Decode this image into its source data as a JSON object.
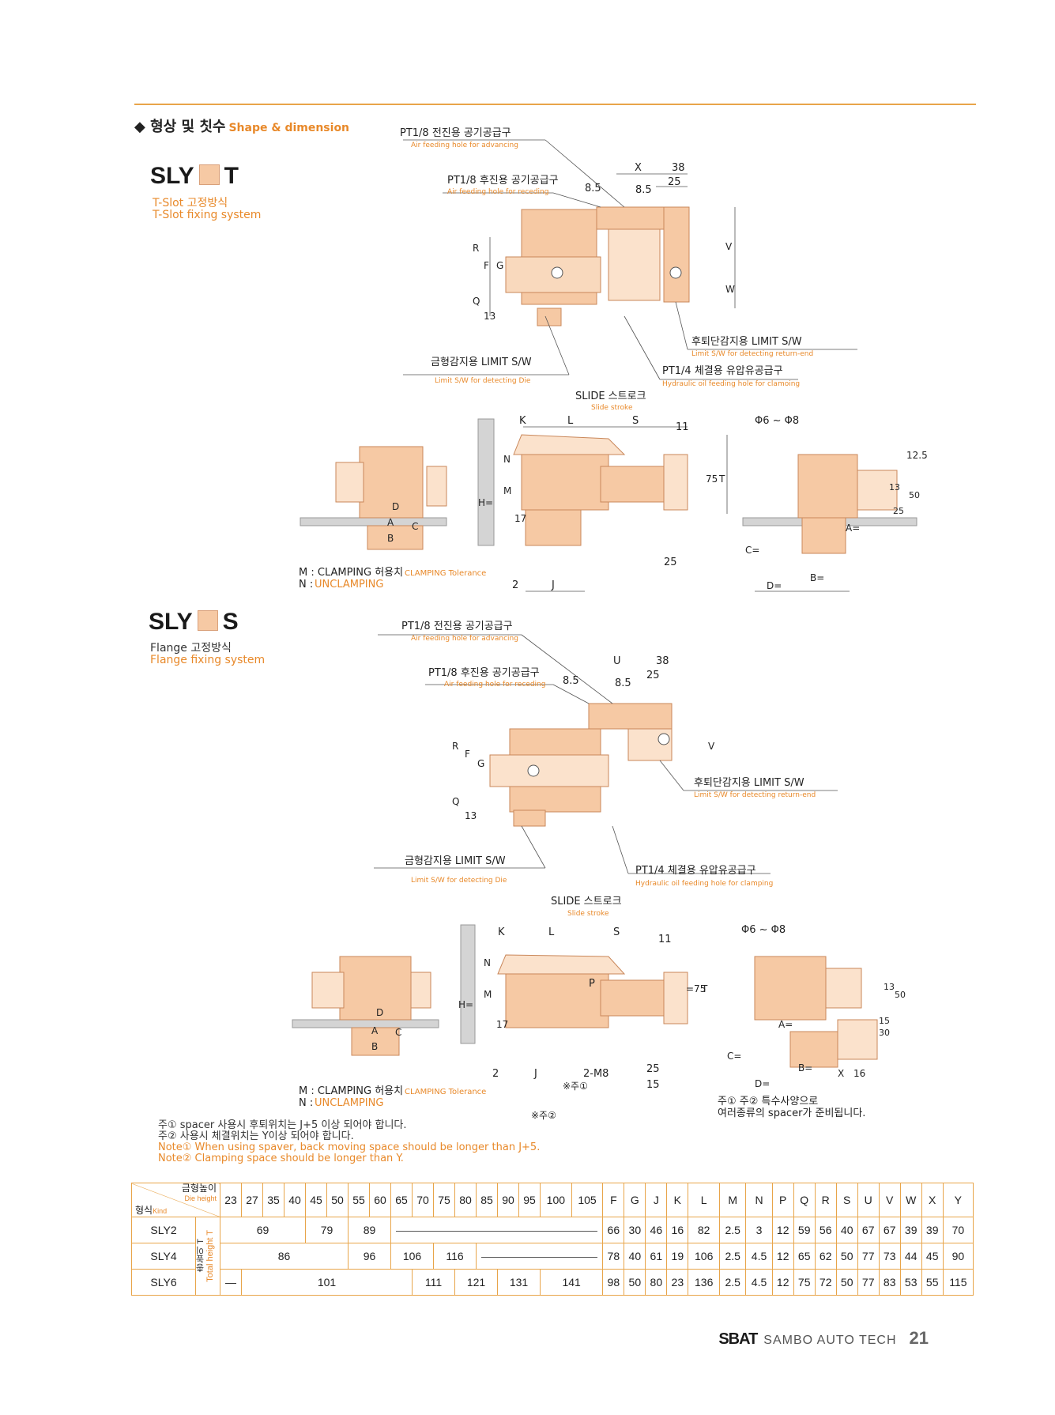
{
  "section": {
    "title_ko": "형상 및 칫수",
    "title_en": "Shape & dimension"
  },
  "models": {
    "t": {
      "prefix": "SLY",
      "suffix": "T",
      "label_ko": "T-Slot 고정방식",
      "label_en": "T-Slot fixing system"
    },
    "s": {
      "prefix": "SLY",
      "suffix": "S",
      "label_ko": "Flange 고정방식",
      "label_en": "Flange fixing system"
    }
  },
  "callouts": {
    "adv_ko": "PT1/8 전진용 공기공급구",
    "adv_en": "Air feeding hole for advancing",
    "rec_ko": "PT1/8 후진용 공기공급구",
    "rec_en": "Air feeding hole for receding",
    "ret_ko": "후퇴단감지용 LIMIT S/W",
    "ret_en": "Limit S/W for detecting return-end",
    "die_ko": "금형감지용 LIMIT S/W",
    "die_en": "Limit S/W for detecting Die",
    "hyd_ko": "PT1/4 체결용 유압유공급구",
    "hyd_en": "Hydraulic oil feeding hole for clamoing",
    "hyd_en_s": "Hydraulic oil feeding hole for clamping",
    "slide_ko": "SLIDE 스트로크",
    "slide_en": "Slide stroke",
    "m_ko": "M : CLAMPING 허용치",
    "m_en": "CLAMPING Tolerance",
    "n_label": "N : ",
    "n_en": "UNCLAMPING",
    "spacer_note_1": "주① 주② 특수사양으로",
    "spacer_note_2": "여러종류의 spacer가 준비됩니다."
  },
  "dims": {
    "x": "X",
    "u": "U",
    "d38": "38",
    "d25": "25",
    "d85": "8.5",
    "r": "R",
    "f": "F",
    "g": "G",
    "q": "Q",
    "d13": "13",
    "v": "V",
    "w": "W",
    "k": "K",
    "l": "L",
    "s": "S",
    "d11": "11",
    "phi": "Φ6 ~ Φ8",
    "d125": "12.5",
    "d75": "75",
    "t": "T",
    "n": "N",
    "m": "M",
    "h": "H=",
    "d17": "17",
    "d2": "2",
    "j": "J",
    "d50": "50",
    "d15": "15",
    "a": "A",
    "b": "B",
    "c": "C",
    "d": "D",
    "ae": "A=",
    "be": "B=",
    "ce": "C=",
    "de": "D=",
    "p": "P",
    "m8": "2-M8",
    "n1": "※주①",
    "n2": "※주②",
    "eq75": "=75",
    "d16": "16",
    "d30": "30"
  },
  "notes": {
    "ko1": "주① spacer 사용시 후퇴위치는 J+5 이상 되어야 합니다.",
    "ko2": "주② 사용시 체결위치는 Y이상 되어야 합니다.",
    "en1": "Note① When using spaver, back moving space should be longer than J+5.",
    "en2": "Note② Clamping space should be longer than Y."
  },
  "table": {
    "hdr_height_ko": "금형높이",
    "hdr_height_en": "Die height",
    "hdr_kind_ko": "형식",
    "hdr_kind_en": "Kind",
    "total_ko": "총높이 T",
    "total_en": "Total height T",
    "die_heights": [
      "23",
      "27",
      "35",
      "40",
      "45",
      "50",
      "55",
      "60",
      "65",
      "70",
      "75",
      "80",
      "85",
      "90",
      "95",
      "100",
      "105"
    ],
    "dim_cols": [
      "F",
      "G",
      "J",
      "K",
      "L",
      "M",
      "N",
      "P",
      "Q",
      "R",
      "S",
      "U",
      "V",
      "W",
      "X",
      "Y"
    ],
    "rows": [
      {
        "kind": "SLY2",
        "t": [
          {
            "v": "69",
            "span": 4
          },
          {
            "v": "79",
            "span": 2
          },
          {
            "v": "89",
            "span": 2
          },
          {
            "v": "",
            "span": 9,
            "dash": true
          }
        ],
        "dims": [
          "66",
          "30",
          "46",
          "16",
          "82",
          "2.5",
          "3",
          "12",
          "59",
          "56",
          "40",
          "67",
          "67",
          "39",
          "39",
          "70"
        ]
      },
      {
        "kind": "SLY4",
        "t": [
          {
            "v": "86",
            "span": 6
          },
          {
            "v": "96",
            "span": 2
          },
          {
            "v": "106",
            "span": 2
          },
          {
            "v": "116",
            "span": 2
          },
          {
            "v": "",
            "span": 5,
            "dash": true
          }
        ],
        "dims": [
          "78",
          "40",
          "61",
          "19",
          "106",
          "2.5",
          "4.5",
          "12",
          "65",
          "62",
          "50",
          "77",
          "73",
          "44",
          "45",
          "90"
        ]
      },
      {
        "kind": "SLY6",
        "t": [
          {
            "v": "—",
            "span": 1
          },
          {
            "v": "101",
            "span": 8
          },
          {
            "v": "111",
            "span": 2
          },
          {
            "v": "121",
            "span": 2
          },
          {
            "v": "131",
            "span": 2
          },
          {
            "v": "141",
            "span": 2
          }
        ],
        "dims": [
          "98",
          "50",
          "80",
          "23",
          "136",
          "2.5",
          "4.5",
          "12",
          "75",
          "72",
          "50",
          "77",
          "83",
          "53",
          "55",
          "115"
        ]
      }
    ]
  },
  "footer": {
    "logo": "SBAT",
    "company": "SAMBO AUTO TECH",
    "page": "21"
  },
  "colors": {
    "accent": "#e8892a",
    "rule": "#e8a54a",
    "part": "#f6c9a4",
    "part_edge": "#c9875a",
    "ground": "#d4d4d4"
  }
}
